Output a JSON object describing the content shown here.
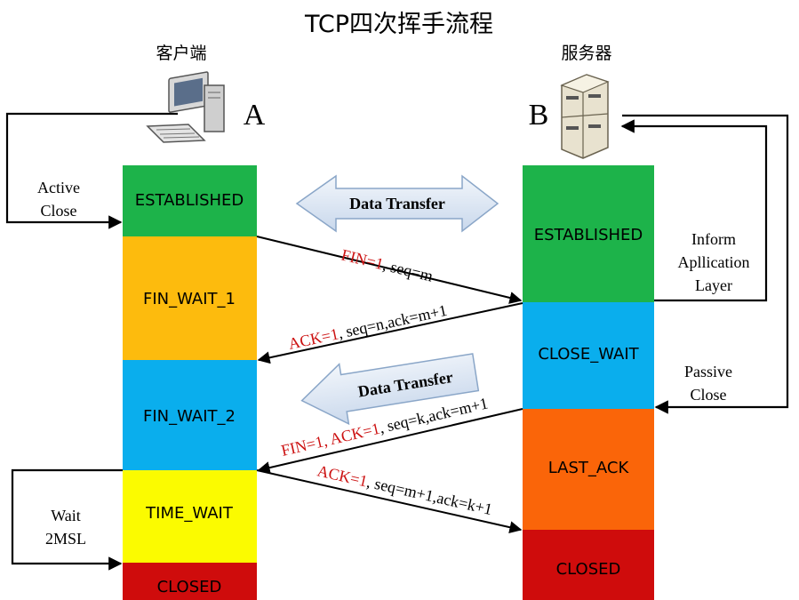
{
  "title": "TCP四次挥手流程",
  "client": {
    "label": "客户端",
    "letter": "A",
    "states": [
      {
        "name": "ESTABLISHED",
        "color": "#1db34a"
      },
      {
        "name": "FIN_WAIT_1",
        "color": "#fdbb0d"
      },
      {
        "name": "FIN_WAIT_2",
        "color": "#0aaeed"
      },
      {
        "name": "TIME_WAIT",
        "color": "#fbfb00"
      },
      {
        "name": "CLOSED",
        "color": "#cf0c0c"
      }
    ],
    "active_close": [
      "Active",
      "Close"
    ],
    "wait_2msl": [
      "Wait",
      "2MSL"
    ]
  },
  "server": {
    "label": "服务器",
    "letter": "B",
    "states": [
      {
        "name": "ESTABLISHED",
        "color": "#1db34a"
      },
      {
        "name": "CLOSE_WAIT",
        "color": "#0aaeed"
      },
      {
        "name": "LAST_ACK",
        "color": "#fa6509"
      },
      {
        "name": "CLOSED",
        "color": "#cf0c0c"
      }
    ],
    "inform": [
      "Inform",
      "Apllication",
      "Layer"
    ],
    "passive_close": [
      "Passive",
      "Close"
    ]
  },
  "data_transfer": "Data Transfer",
  "data_transfer_2": "Data Transfer",
  "messages": [
    {
      "flag": "FIN=1",
      "rest": ", seq=m"
    },
    {
      "flag": "ACK=1",
      "rest": ", seq=n,ack=m+1"
    },
    {
      "flag": "FIN=1, ACK=1",
      "rest": ", seq=k,ack=m+1"
    },
    {
      "flag": "ACK=1",
      "rest": ", seq=m+1,ack=k+1"
    }
  ],
  "colors": {
    "flag_red": "#cc1111",
    "arrow_fill": "#dbe6f4",
    "arrow_stroke": "#8aa6c8"
  }
}
